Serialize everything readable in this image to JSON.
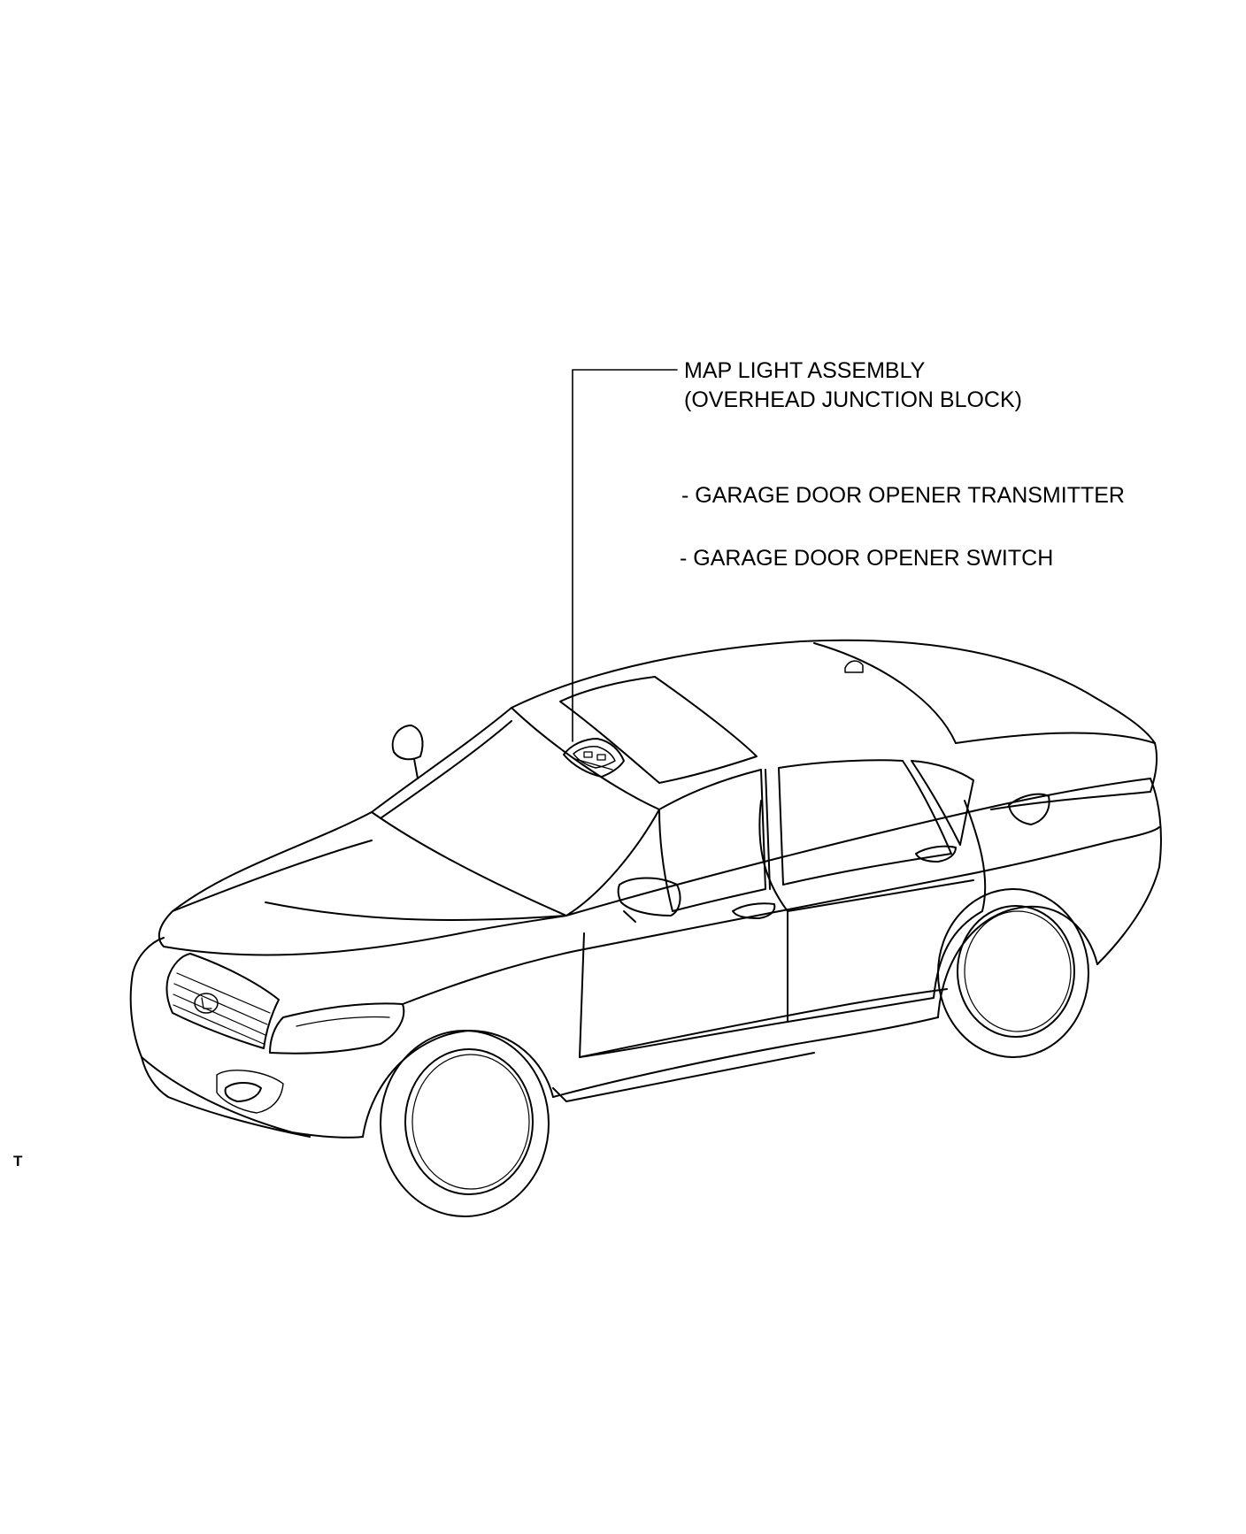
{
  "labels": {
    "map_light_assembly": "MAP LIGHT ASSEMBLY",
    "overhead_junction_block": "(OVERHEAD JUNCTION BLOCK)",
    "garage_door_opener_transmitter": "- GARAGE DOOR OPENER TRANSMITTER",
    "garage_door_opener_switch": "- GARAGE DOOR OPENER SWITCH"
  },
  "corner_mark": "T",
  "colors": {
    "line": "#000000",
    "background": "#ffffff"
  }
}
